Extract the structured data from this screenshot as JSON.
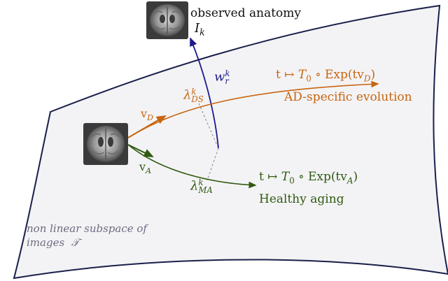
{
  "diagram": {
    "observed": {
      "label": "observed anatomy",
      "symbol": "I",
      "subscript": "k"
    },
    "weight": {
      "symbol": "w",
      "subscript": "r",
      "superscript": "k"
    },
    "lambda_ds": {
      "symbol": "λ",
      "subscript": "DS",
      "superscript": "k"
    },
    "lambda_ma": {
      "symbol": "λ",
      "subscript": "MA",
      "superscript": "k"
    },
    "vd": {
      "symbol": "v",
      "subscript": "D"
    },
    "va": {
      "symbol": "v",
      "subscript": "A"
    },
    "ad_formula": {
      "prefix": "t ↦ ",
      "T": "T",
      "T_sub": "0",
      "mid": " ∘ Exp(tv",
      "v_sub": "D",
      "suffix": ")"
    },
    "ad_label": "AD-specific evolution",
    "ha_formula": {
      "prefix": "t ↦ ",
      "T": "T",
      "T_sub": "0",
      "mid": " ∘ Exp(tv",
      "v_sub": "A",
      "suffix": ")"
    },
    "ha_label": "Healthy aging",
    "subspace_line1": "non linear subspace of",
    "subspace_line2": "images",
    "subspace_symbol": "𝒯",
    "colors": {
      "surface_fill": "#f3f3f5",
      "surface_stroke": "#1a1f4a",
      "observed_path": "#1f1a8c",
      "ad_path": "#c8650f",
      "healthy_path": "#2f5a0f",
      "projection": "#888888"
    }
  }
}
